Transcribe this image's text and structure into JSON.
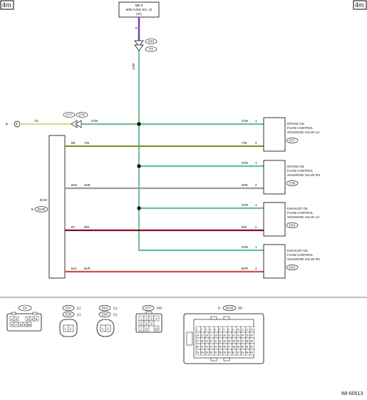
{
  "corner_labels": {
    "left": "4m",
    "right": "4m"
  },
  "figure_code": "WI-60513",
  "fuse": {
    "line1": "MB-9",
    "line2": "M/B FUSE NO. 24",
    "line3": "(IG)",
    "pin": "9"
  },
  "top_connector": {
    "id": "B45",
    "pin": "E9"
  },
  "main_wire_color": "G/W",
  "left_signal": {
    "ref": "4",
    "sym": "F",
    "wire": "Y/L"
  },
  "joint_connectors": {
    "a": "E77",
    "b": "E76",
    "wire_out": "G/W"
  },
  "ecm": {
    "title": "ECM",
    "prefix": "B",
    "id": "B136"
  },
  "branches": [
    {
      "pin1_wire": "G/W",
      "pin1": "1",
      "sig_term": "B9",
      "sig_wire_left": "Y/B",
      "sig_wire_right": "Y/B",
      "pin2": "2",
      "name": [
        "INTAKE OIL",
        "FLOW CONTROL",
        "SOLENOID VALVE LH"
      ],
      "id": "E37"
    },
    {
      "pin1_wire": "G/W",
      "pin1": "1",
      "sig_term": "B20",
      "sig_wire_left": "W/B",
      "sig_wire_right": "W/B",
      "pin2": "2",
      "name": [
        "INTAKE OIL",
        "FLOW CONTROL",
        "SOLENOID VALVE RH"
      ],
      "id": "E38"
    },
    {
      "pin1_wire": "G/W",
      "pin1": "1",
      "sig_term": "B7",
      "sig_wire_left": "B/R",
      "sig_wire_right": "B/R",
      "pin2": "2",
      "name": [
        "EXHAUST OIL",
        "FLOW CONTROL",
        "SOLENOID VALVE LH"
      ],
      "id": "E64"
    },
    {
      "pin1_wire": "G/W",
      "pin1": "1",
      "sig_term": "B21",
      "sig_wire_left": "Br/R",
      "sig_wire_right": "Br/R",
      "pin2": "2",
      "name": [
        "EXHAUST OIL",
        "FLOW CONTROL",
        "SOLENOID VALVE RH"
      ],
      "id": "E63"
    }
  ],
  "wire_colors": {
    "green_white": "#3cae6a",
    "yellow_black": "#7a7a1a",
    "white_black": "#8a8a8a",
    "black_red": "#7a1020",
    "brown_red": "#c0392b",
    "yellow_blue": "#c7d36a",
    "purple": "#7b3fa5"
  },
  "legend": {
    "e9": {
      "id": "E9",
      "pins_top": [
        "1",
        "2"
      ],
      "pins_bot": [
        "3",
        "4",
        "5",
        "6",
        "7",
        "8",
        "9",
        "10"
      ]
    },
    "e37": {
      "id1": "E37",
      "tag1": "(L)",
      "id2": "E38",
      "tag2": "(L)",
      "pins": [
        "1",
        "2"
      ]
    },
    "e63": {
      "id1": "E63",
      "tag1": "(L)",
      "id2": "E64",
      "tag2": "(L)",
      "pins": [
        "1",
        "2"
      ]
    },
    "e77": {
      "id": "E77",
      "tag": "(W)",
      "pins": [
        "1",
        "2",
        "3",
        "4",
        "5",
        "6",
        "7",
        "8",
        "9",
        "10"
      ]
    },
    "b136": {
      "prefix": "B",
      "id": "B136",
      "tag": "(B)",
      "rows": [
        [
          "1",
          "2",
          "3",
          "4",
          "5",
          "6",
          "7",
          "8",
          "9",
          "10",
          "11",
          "12",
          "13"
        ],
        [
          "14",
          "15",
          "16",
          "17",
          "18",
          "19",
          "20",
          "21",
          "22",
          "23",
          "24",
          "25",
          "26"
        ],
        [
          "27",
          "28",
          "29",
          "30",
          "31",
          "32",
          "33",
          "34",
          "35",
          "36",
          "37",
          "38",
          "39"
        ],
        [
          "40",
          "41",
          "42",
          "43",
          "44",
          "45",
          "46",
          "47",
          "48",
          "49",
          "50",
          "51",
          "52"
        ],
        [
          "53",
          "54",
          "55",
          "56",
          "57",
          "58",
          "59",
          "60",
          "61",
          "62",
          "63",
          "64",
          "65"
        ]
      ]
    }
  }
}
